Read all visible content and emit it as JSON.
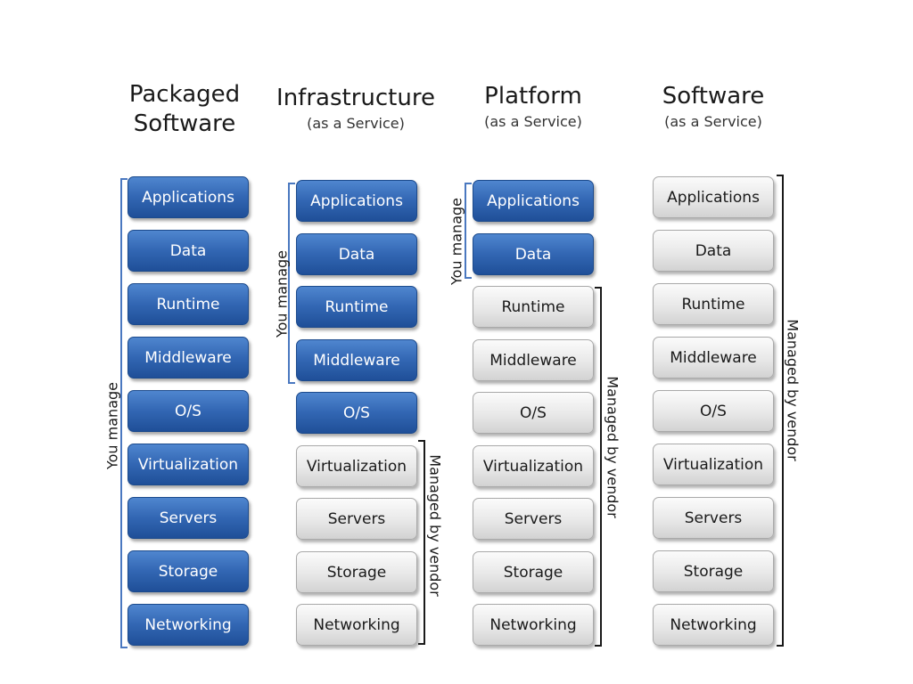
{
  "columns": [
    {
      "title_line1": "Packaged",
      "title_line2": "Software",
      "subtitle": "",
      "layers": [
        {
          "label": "Applications",
          "managed_by": "you"
        },
        {
          "label": "Data",
          "managed_by": "you"
        },
        {
          "label": "Runtime",
          "managed_by": "you"
        },
        {
          "label": "Middleware",
          "managed_by": "you"
        },
        {
          "label": "O/S",
          "managed_by": "you"
        },
        {
          "label": "Virtualization",
          "managed_by": "you"
        },
        {
          "label": "Servers",
          "managed_by": "you"
        },
        {
          "label": "Storage",
          "managed_by": "you"
        },
        {
          "label": "Networking",
          "managed_by": "you"
        }
      ],
      "you_label": "You manage",
      "vendor_label": ""
    },
    {
      "title_line1": "Infrastructure",
      "title_line2": "",
      "subtitle": "(as a Service)",
      "layers": [
        {
          "label": "Applications",
          "managed_by": "you"
        },
        {
          "label": "Data",
          "managed_by": "you"
        },
        {
          "label": "Runtime",
          "managed_by": "you"
        },
        {
          "label": "Middleware",
          "managed_by": "you"
        },
        {
          "label": "O/S",
          "managed_by": "you"
        },
        {
          "label": "Virtualization",
          "managed_by": "vendor"
        },
        {
          "label": "Servers",
          "managed_by": "vendor"
        },
        {
          "label": "Storage",
          "managed_by": "vendor"
        },
        {
          "label": "Networking",
          "managed_by": "vendor"
        }
      ],
      "you_label": "You manage",
      "vendor_label": "Managed by vendor"
    },
    {
      "title_line1": "Platform",
      "title_line2": "",
      "subtitle": "(as a Service)",
      "layers": [
        {
          "label": "Applications",
          "managed_by": "you"
        },
        {
          "label": "Data",
          "managed_by": "you"
        },
        {
          "label": "Runtime",
          "managed_by": "vendor"
        },
        {
          "label": "Middleware",
          "managed_by": "vendor"
        },
        {
          "label": "O/S",
          "managed_by": "vendor"
        },
        {
          "label": "Virtualization",
          "managed_by": "vendor"
        },
        {
          "label": "Servers",
          "managed_by": "vendor"
        },
        {
          "label": "Storage",
          "managed_by": "vendor"
        },
        {
          "label": "Networking",
          "managed_by": "vendor"
        }
      ],
      "you_label": "You manage",
      "vendor_label": "Managed by vendor"
    },
    {
      "title_line1": "Software",
      "title_line2": "",
      "subtitle": "(as a Service)",
      "layers": [
        {
          "label": "Applications",
          "managed_by": "vendor"
        },
        {
          "label": "Data",
          "managed_by": "vendor"
        },
        {
          "label": "Runtime",
          "managed_by": "vendor"
        },
        {
          "label": "Middleware",
          "managed_by": "vendor"
        },
        {
          "label": "O/S",
          "managed_by": "vendor"
        },
        {
          "label": "Virtualization",
          "managed_by": "vendor"
        },
        {
          "label": "Servers",
          "managed_by": "vendor"
        },
        {
          "label": "Storage",
          "managed_by": "vendor"
        },
        {
          "label": "Networking",
          "managed_by": "vendor"
        }
      ],
      "you_label": "",
      "vendor_label": "Managed by vendor"
    }
  ],
  "colors": {
    "you_manage": "#2f63b0",
    "vendor_managed": "#e6e6e6",
    "you_bracket": "#4a78c0",
    "vendor_bracket": "#1a1a1a"
  }
}
